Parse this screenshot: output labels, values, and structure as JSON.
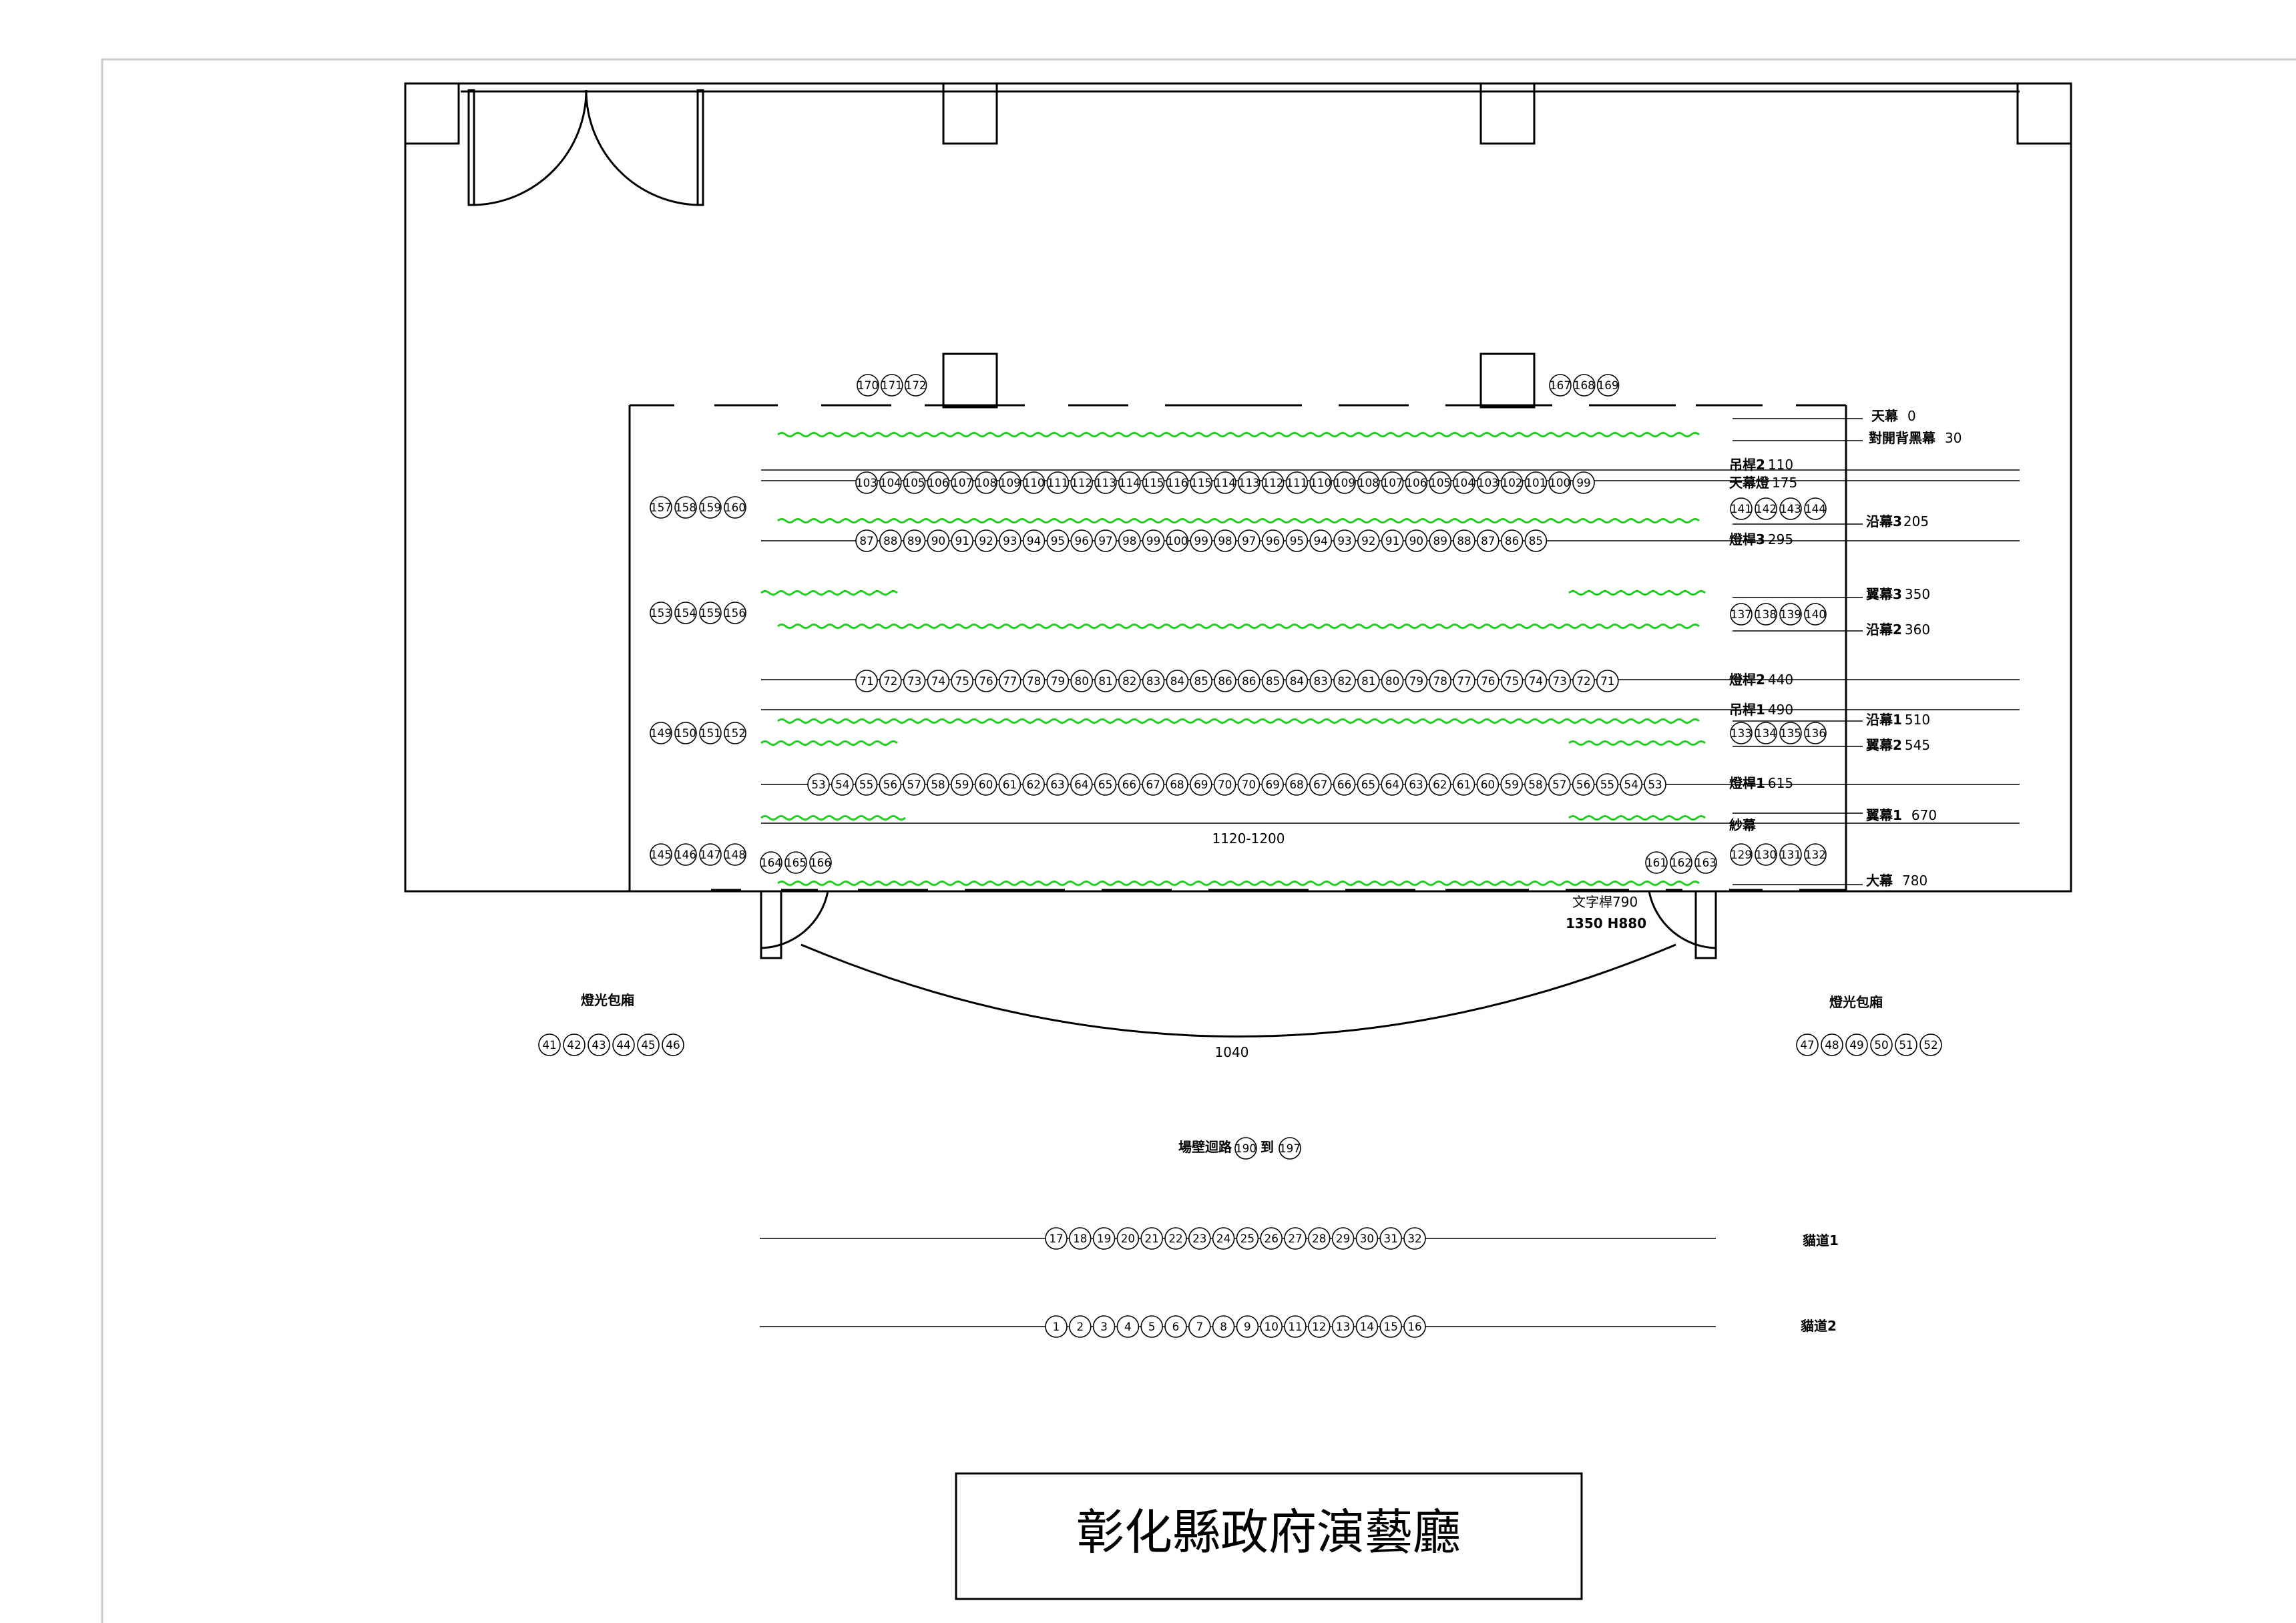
{
  "title": "彰化縣政府演藝廳",
  "colors": {
    "line": "#000000",
    "curtain": "#22cc22",
    "frame": "#cccccc"
  },
  "batten_labels": [
    {
      "name": "天幕",
      "pos": "0"
    },
    {
      "name": "對開背黑幕",
      "pos": "30"
    },
    {
      "name": "吊桿2",
      "pos": "110"
    },
    {
      "name": "天幕燈",
      "pos": "175"
    },
    {
      "name": "沿幕3",
      "pos": "205"
    },
    {
      "name": "燈桿3",
      "pos": "295"
    },
    {
      "name": "翼幕3",
      "pos": "350"
    },
    {
      "name": "沿幕2",
      "pos": "360"
    },
    {
      "name": "燈桿2",
      "pos": "440"
    },
    {
      "name": "吊桿1",
      "pos": "490"
    },
    {
      "name": "沿幕1",
      "pos": "510"
    },
    {
      "name": "翼幕2",
      "pos": "545"
    },
    {
      "name": "燈桿1",
      "pos": "615"
    },
    {
      "name": "翼幕1",
      "pos": "670"
    },
    {
      "name": "紗幕",
      "pos": ""
    },
    {
      "name": "大幕",
      "pos": "780"
    }
  ],
  "notes": {
    "stage_width": "1120-1200",
    "subtitle_batten": "文字桿790",
    "proscenium": "1350 H880",
    "apron_width": "1040",
    "box_left": "燈光包廂",
    "box_right": "燈光包廂",
    "wall_circuit": "場壁迴路",
    "wall_circuit_to": "到",
    "catwalk1": "貓道1",
    "catwalk2": "貓道2"
  },
  "circuit_groups": {
    "top_left": {
      "start": 170,
      "count": 3,
      "dir": 1
    },
    "top_right": {
      "start": 167,
      "count": 3,
      "dir": 1
    },
    "pipe2": {
      "start": 103,
      "count": 13,
      "dir": 1
    },
    "pipe2_r": {
      "start": 116,
      "count": 18,
      "dir": -1
    },
    "pipe3": {
      "start": 87,
      "count": 13,
      "dir": 1
    },
    "pipe3_r": {
      "start": 100,
      "count": 16,
      "dir": -1
    },
    "elec2": {
      "start": 71,
      "count": 16,
      "dir": 1
    },
    "elec2_r": {
      "start": 86,
      "count": 16,
      "dir": -1
    },
    "elec1": {
      "start": 53,
      "count": 18,
      "dir": 1
    },
    "elec1_r": {
      "start": 70,
      "count": 18,
      "dir": -1
    },
    "wing_l1": {
      "start": 157,
      "count": 4,
      "dir": 1
    },
    "wing_l2": {
      "start": 153,
      "count": 4,
      "dir": 1
    },
    "wing_l3": {
      "start": 149,
      "count": 4,
      "dir": 1
    },
    "wing_l4": {
      "start": 145,
      "count": 4,
      "dir": 1
    },
    "wing_r1": {
      "start": 141,
      "count": 4,
      "dir": 1
    },
    "wing_r2": {
      "start": 137,
      "count": 4,
      "dir": 1
    },
    "wing_r3": {
      "start": 133,
      "count": 4,
      "dir": 1
    },
    "wing_r4": {
      "start": 129,
      "count": 4,
      "dir": 1
    },
    "floor_l": {
      "start": 164,
      "count": 3,
      "dir": 1
    },
    "floor_r": {
      "start": 161,
      "count": 3,
      "dir": 1
    },
    "box_l": {
      "start": 41,
      "count": 6,
      "dir": 1
    },
    "box_r": {
      "start": 47,
      "count": 6,
      "dir": 1
    },
    "catwalk1": {
      "start": 17,
      "count": 16,
      "dir": 1
    },
    "catwalk2": {
      "start": 1,
      "count": 16,
      "dir": 1
    },
    "wall_from": {
      "start": 190,
      "count": 1,
      "dir": 1
    },
    "wall_to": {
      "start": 197,
      "count": 1,
      "dir": 1
    }
  }
}
